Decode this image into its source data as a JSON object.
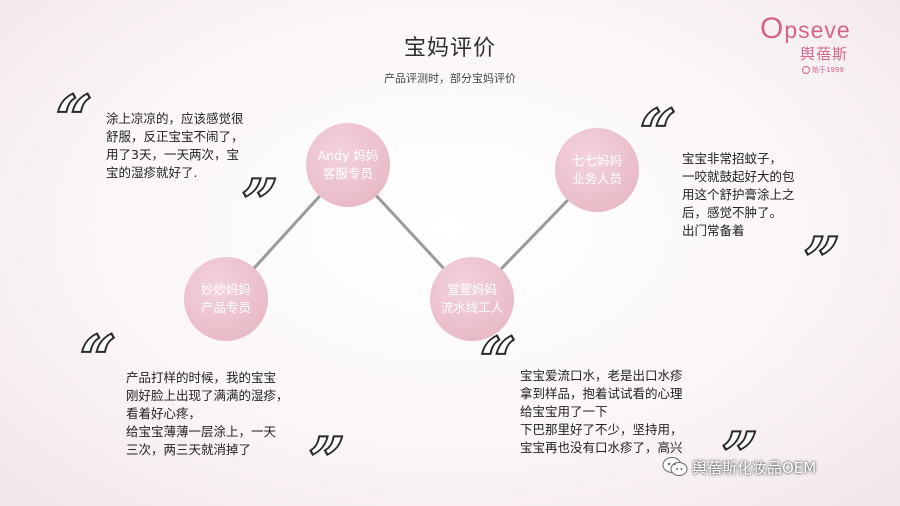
{
  "header": {
    "title": "宝妈评价",
    "subtitle": "产品评测时，部分宝妈评价"
  },
  "logo": {
    "brand_first": "O",
    "brand_rest": "pseve",
    "brand_cn": "舆蓓斯",
    "since": "始于1999"
  },
  "circles": [
    {
      "line1": "Andy 妈妈",
      "line2": "客服专员"
    },
    {
      "line1": "七七妈妈",
      "line2": "业务人员"
    },
    {
      "line1": "妙妙妈妈",
      "line2": "产品专员"
    },
    {
      "line1": "宣萱妈妈",
      "line2": "流水线工人"
    }
  ],
  "reviews": [
    {
      "text": "涂上凉凉的，应该感觉很\n舒服，反正宝宝不闹了，\n用了3天，一天两次，宝\n宝的湿疹就好了."
    },
    {
      "text": "宝宝非常招蚊子，\n一咬就鼓起好大的包\n用这个舒护膏涂上之\n后，感觉不肿了。\n出门常备着"
    },
    {
      "text": "产品打样的时候，我的宝宝\n刚好脸上出现了满满的湿疹，\n看着好心疼，\n给宝宝薄薄一层涂上，一天\n三次，两三天就消掉了"
    },
    {
      "text": "宝宝爱流口水，老是出口水疹\n拿到样品，抱着试试看的心理\n给宝宝用了一下\n下巴那里好了不少，坚持用，\n宝宝再也没有口水疹了，高兴"
    }
  ],
  "quotes": {
    "open": "“",
    "close": "”"
  },
  "watermark": {
    "text": "舆蓓斯化妆品OEM"
  },
  "colors": {
    "accent": "#d4658a",
    "circle": "#e9bcc8",
    "connector": "#9a9a9a"
  }
}
